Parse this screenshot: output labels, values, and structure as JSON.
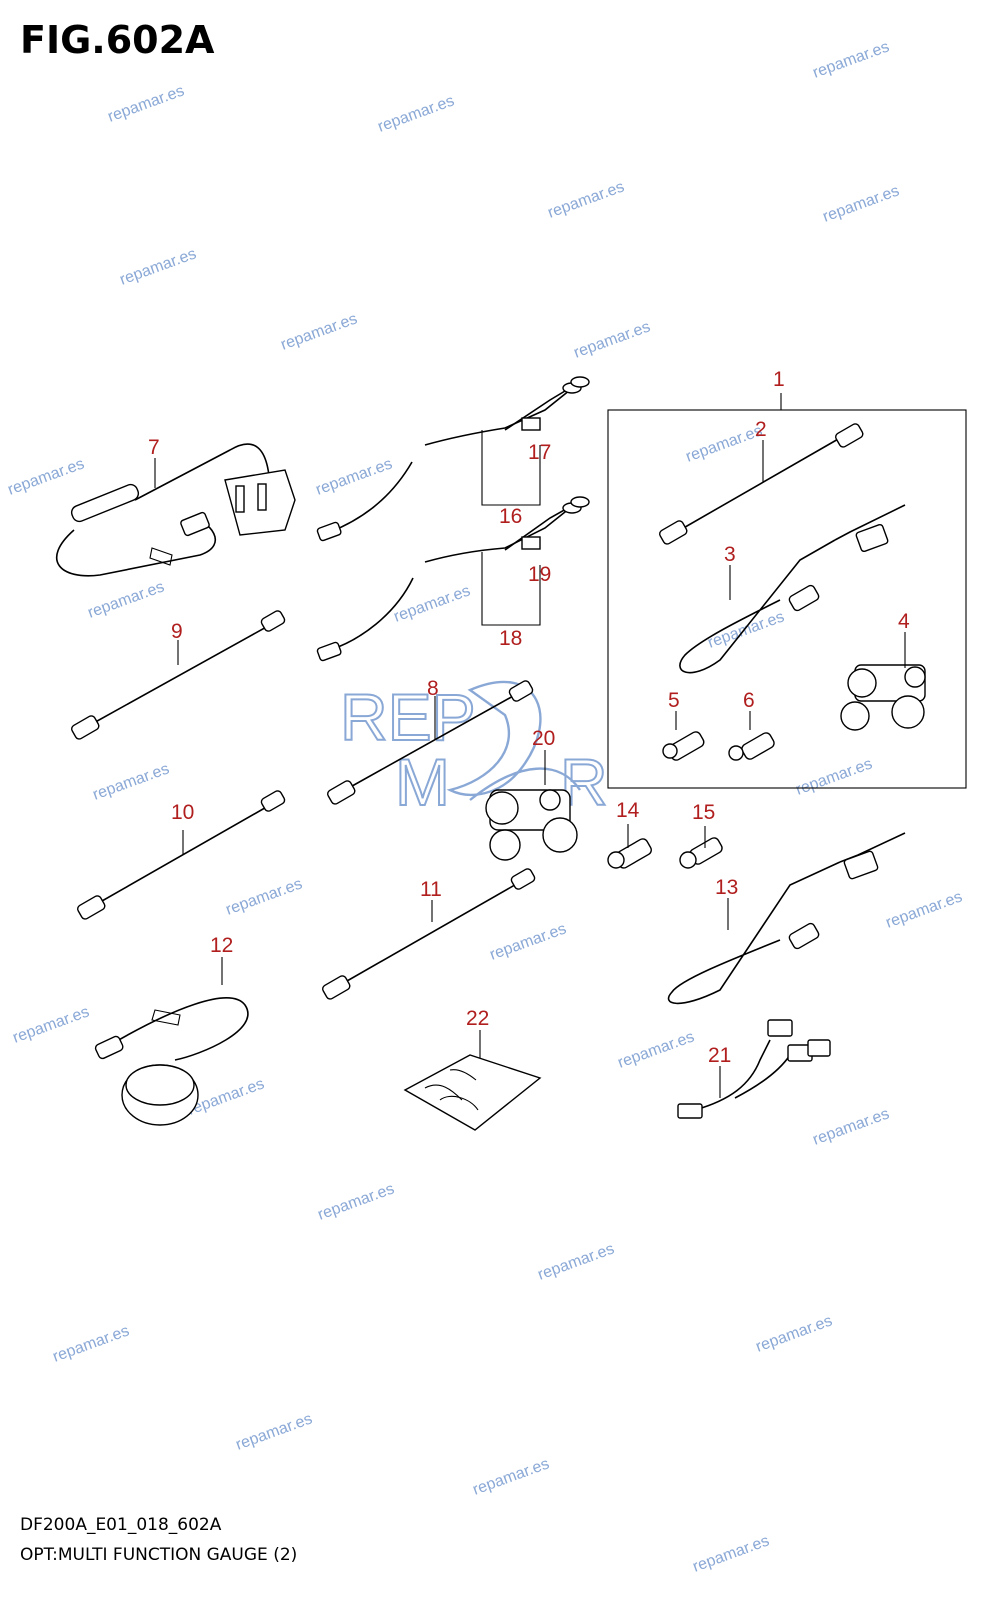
{
  "figure": {
    "title": "FIG.602A",
    "model_code": "DF200A_E01_018_602A",
    "description": "OPT:MULTI FUNCTION GAUGE (2)"
  },
  "callouts": [
    "1",
    "2",
    "3",
    "4",
    "5",
    "6",
    "7",
    "8",
    "9",
    "10",
    "11",
    "12",
    "13",
    "14",
    "15",
    "16",
    "17",
    "18",
    "19",
    "20",
    "21",
    "22"
  ],
  "watermark": {
    "text": "repamar.es",
    "logo_text": "REPAMAR",
    "color": "#8aa8d6"
  },
  "colors": {
    "callout": "#b01e1e",
    "line": "#000000"
  }
}
